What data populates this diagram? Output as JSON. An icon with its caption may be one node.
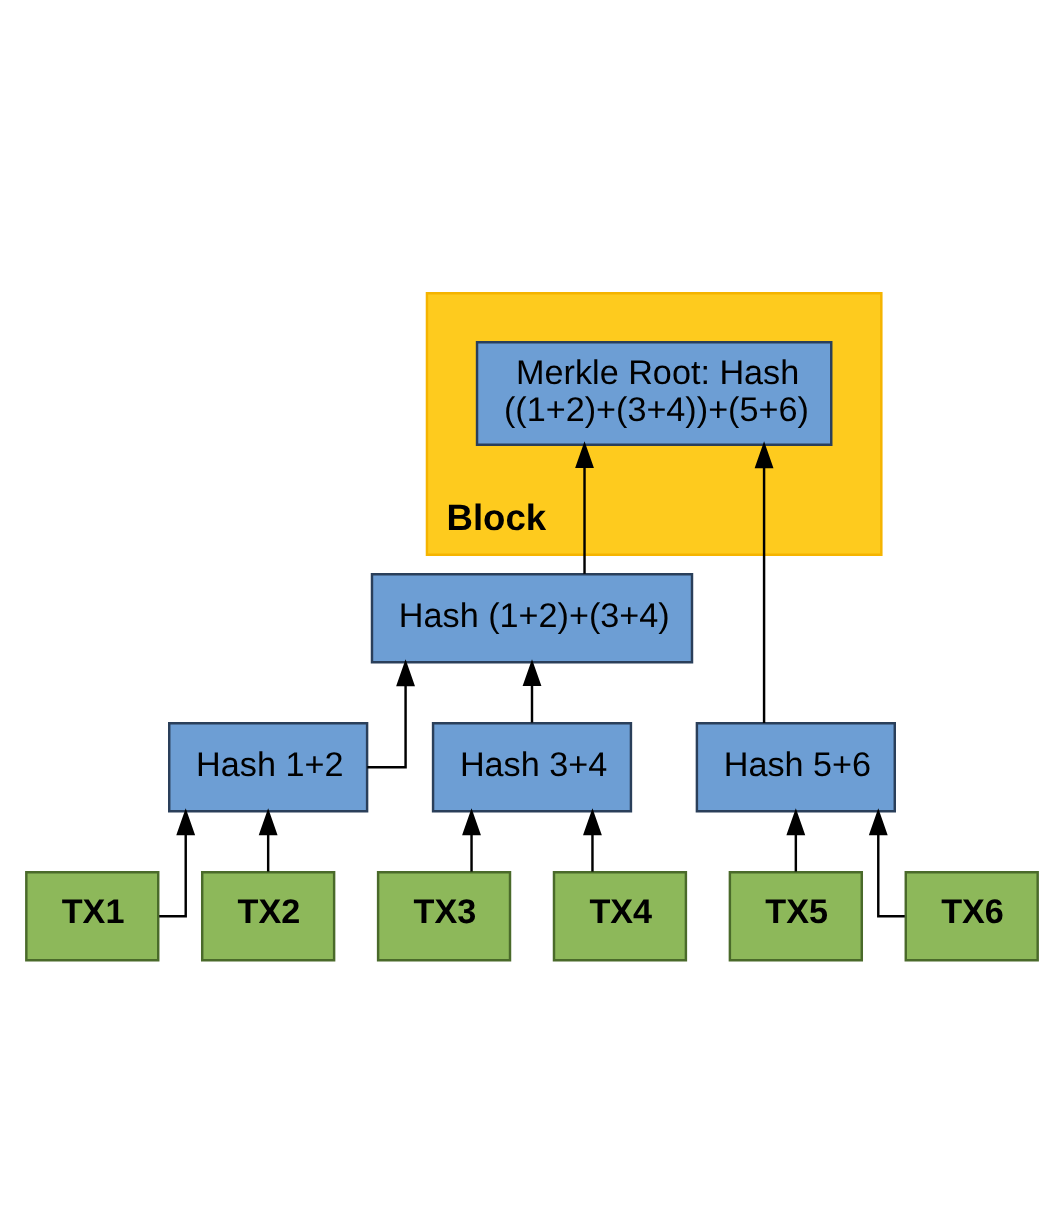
{
  "diagram": {
    "nodes": [
      {
        "text": [
          "Block"
        ]
      },
      {
        "text": [
          "Merkle Root: Hash ((1+2)+(3+4))+(5+6)"
        ],
        "in": 0
      },
      {
        "text": [
          "Hash (1+2)+(3+4)"
        ]
      },
      {
        "text": [
          "Hash 1+2"
        ]
      },
      {
        "text": [
          "Hash 3+4"
        ]
      },
      {
        "text": [
          "Hash 5+6"
        ]
      },
      {
        "text": [
          "TX1"
        ]
      },
      {
        "text": [
          "TX2"
        ]
      },
      {
        "text": [
          "TX3"
        ]
      },
      {
        "text": [
          "TX4"
        ]
      },
      {
        "text": [
          "TX5"
        ]
      },
      {
        "text": [
          "TX6"
        ]
      }
    ],
    "edges": [
      {
        "from": 2,
        "to": 1,
        "arrow": "to"
      },
      {
        "from": 5,
        "to": 1,
        "arrow": "to"
      },
      {
        "from": 3,
        "to": 2,
        "arrow": "to"
      },
      {
        "from": 4,
        "to": 2,
        "arrow": "to"
      },
      {
        "from": 6,
        "to": 3,
        "arrow": "to"
      },
      {
        "from": 7,
        "to": 3,
        "arrow": "to"
      },
      {
        "from": 8,
        "to": 4,
        "arrow": "to"
      },
      {
        "from": 9,
        "to": 4,
        "arrow": "to"
      },
      {
        "from": 10,
        "to": 5,
        "arrow": "to"
      },
      {
        "from": 11,
        "to": 5,
        "arrow": "to"
      }
    ]
  }
}
